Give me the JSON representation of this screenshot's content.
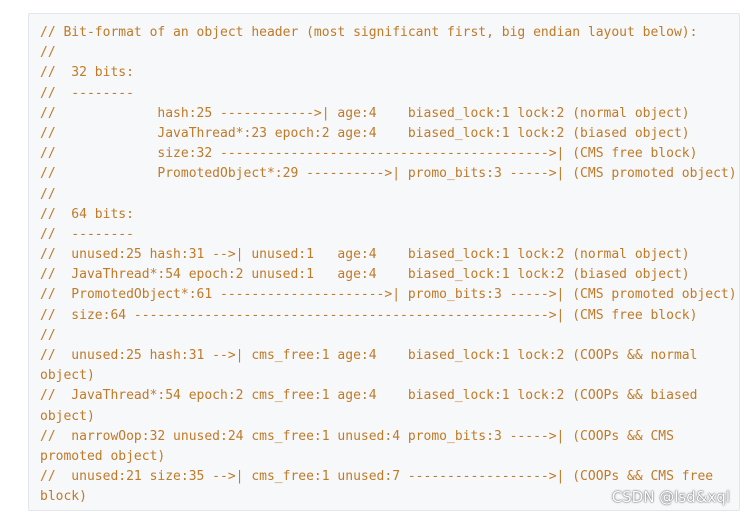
{
  "code": {
    "lines": [
      "// Bit-format of an object header (most significant first, big endian layout below):",
      "//",
      "//  32 bits:",
      "//  --------",
      "//             hash:25 ------------>| age:4    biased_lock:1 lock:2 (normal object)",
      "//             JavaThread*:23 epoch:2 age:4    biased_lock:1 lock:2 (biased object)",
      "//             size:32 ------------------------------------------>| (CMS free block)",
      "//             PromotedObject*:29 ---------->| promo_bits:3 ----->| (CMS promoted object)",
      "//",
      "//  64 bits:",
      "//  --------",
      "//  unused:25 hash:31 -->| unused:1   age:4    biased_lock:1 lock:2 (normal object)",
      "//  JavaThread*:54 epoch:2 unused:1   age:4    biased_lock:1 lock:2 (biased object)",
      "//  PromotedObject*:61 --------------------->| promo_bits:3 ----->| (CMS promoted object)",
      "//  size:64 ----------------------------------------------------->| (CMS free block)",
      "//",
      "//  unused:25 hash:31 -->| cms_free:1 age:4    biased_lock:1 lock:2 (COOPs && normal",
      "object)",
      "//  JavaThread*:54 epoch:2 cms_free:1 age:4    biased_lock:1 lock:2 (COOPs && biased",
      "object)",
      "//  narrowOop:32 unused:24 cms_free:1 unused:4 promo_bits:3 ----->| (COOPs && CMS",
      "promoted object)",
      "//  unused:21 size:35 -->| cms_free:1 unused:7 ------------------>| (COOPs && CMS free",
      "block)"
    ]
  },
  "watermark": "CSDN @lsd&xql",
  "colors": {
    "code_text": "#c07a28",
    "code_background": "#f6f8fa",
    "border": "#e3e6ea"
  }
}
